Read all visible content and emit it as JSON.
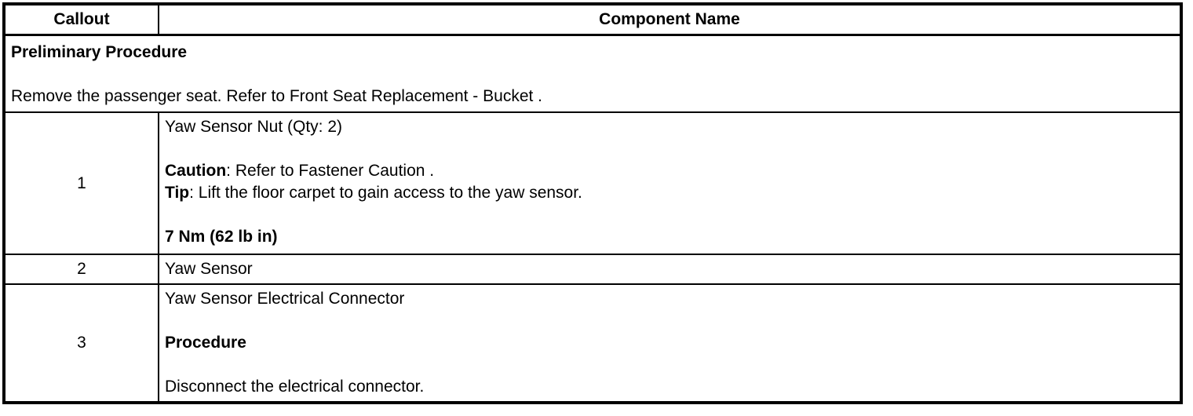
{
  "colors": {
    "background": "#ffffff",
    "text": "#000000",
    "border": "#000000"
  },
  "table": {
    "headers": {
      "callout": "Callout",
      "component": "Component Name"
    },
    "preliminary": {
      "title": "Preliminary Procedure",
      "text": "Remove the passenger seat. Refer to Front Seat Replacement - Bucket ."
    },
    "rows": [
      {
        "callout": "1",
        "name": "Yaw Sensor Nut (Qty: 2)",
        "caution_label": "Caution",
        "caution_text": ": Refer to Fastener Caution .",
        "tip_label": "Tip",
        "tip_text": ": Lift the floor carpet to gain access to the yaw sensor.",
        "torque": "7 Nm (62 lb in)"
      },
      {
        "callout": "2",
        "name": "Yaw Sensor"
      },
      {
        "callout": "3",
        "name": "Yaw Sensor Electrical Connector",
        "procedure_label": "Procedure",
        "procedure_text": "Disconnect the electrical connector."
      }
    ]
  }
}
